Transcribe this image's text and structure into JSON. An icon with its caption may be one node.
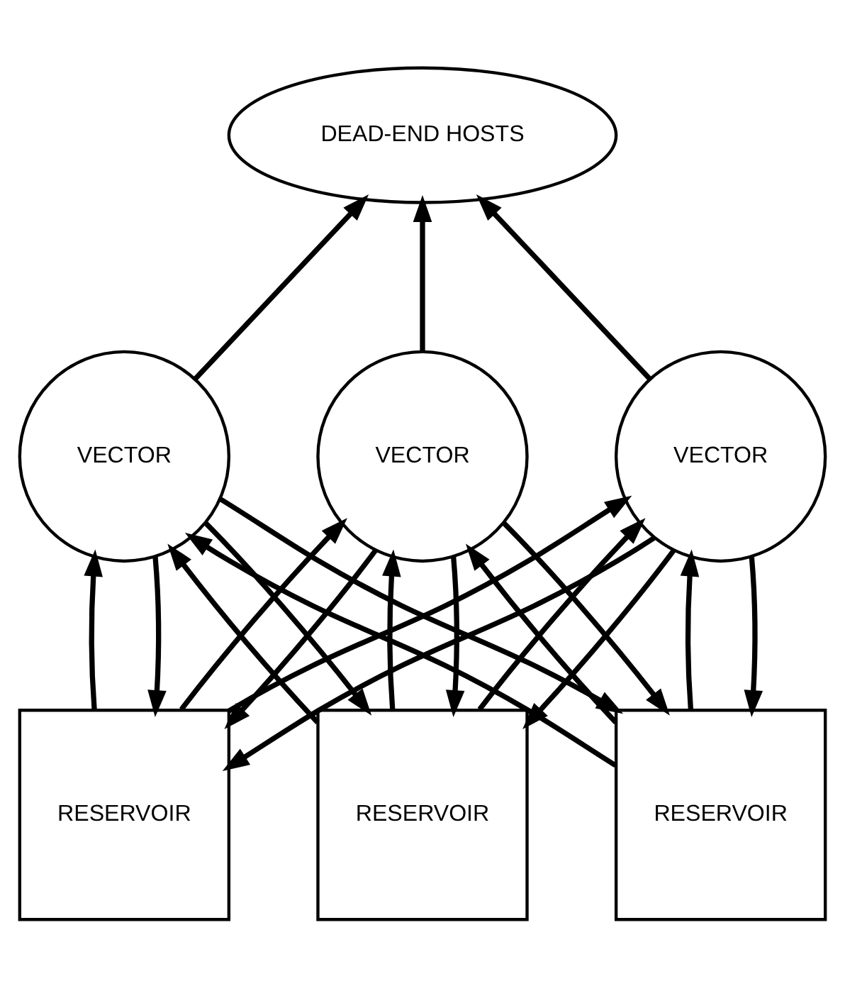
{
  "diagram": {
    "nodes": [
      {
        "text": [
          "DEAD-END HOSTS"
        ]
      },
      {
        "text": [
          "VECTOR"
        ]
      },
      {
        "text": [
          "VECTOR"
        ]
      },
      {
        "text": [
          "VECTOR"
        ]
      },
      {
        "text": [
          "RESERVOIR"
        ]
      },
      {
        "text": [
          "RESERVOIR"
        ]
      },
      {
        "text": [
          "RESERVOIR"
        ]
      }
    ],
    "edges": [
      {
        "from": 1,
        "to": 0,
        "arrow": "to"
      },
      {
        "from": 2,
        "to": 0,
        "arrow": "to"
      },
      {
        "from": 3,
        "to": 0,
        "arrow": "to"
      },
      {
        "from": 4,
        "to": 1,
        "arrow": "to"
      },
      {
        "from": 1,
        "to": 4,
        "arrow": "to"
      },
      {
        "from": 5,
        "to": 1,
        "arrow": "to"
      },
      {
        "from": 1,
        "to": 5,
        "arrow": "to"
      },
      {
        "from": 6,
        "to": 1,
        "arrow": "to"
      },
      {
        "from": 1,
        "to": 6,
        "arrow": "to"
      },
      {
        "from": 4,
        "to": 2,
        "arrow": "to"
      },
      {
        "from": 2,
        "to": 4,
        "arrow": "to"
      },
      {
        "from": 5,
        "to": 2,
        "arrow": "to"
      },
      {
        "from": 2,
        "to": 5,
        "arrow": "to"
      },
      {
        "from": 6,
        "to": 2,
        "arrow": "to"
      },
      {
        "from": 2,
        "to": 6,
        "arrow": "to"
      },
      {
        "from": 4,
        "to": 3,
        "arrow": "to"
      },
      {
        "from": 3,
        "to": 4,
        "arrow": "to"
      },
      {
        "from": 5,
        "to": 3,
        "arrow": "to"
      },
      {
        "from": 3,
        "to": 5,
        "arrow": "to"
      },
      {
        "from": 6,
        "to": 3,
        "arrow": "to"
      },
      {
        "from": 3,
        "to": 6,
        "arrow": "to"
      }
    ]
  }
}
